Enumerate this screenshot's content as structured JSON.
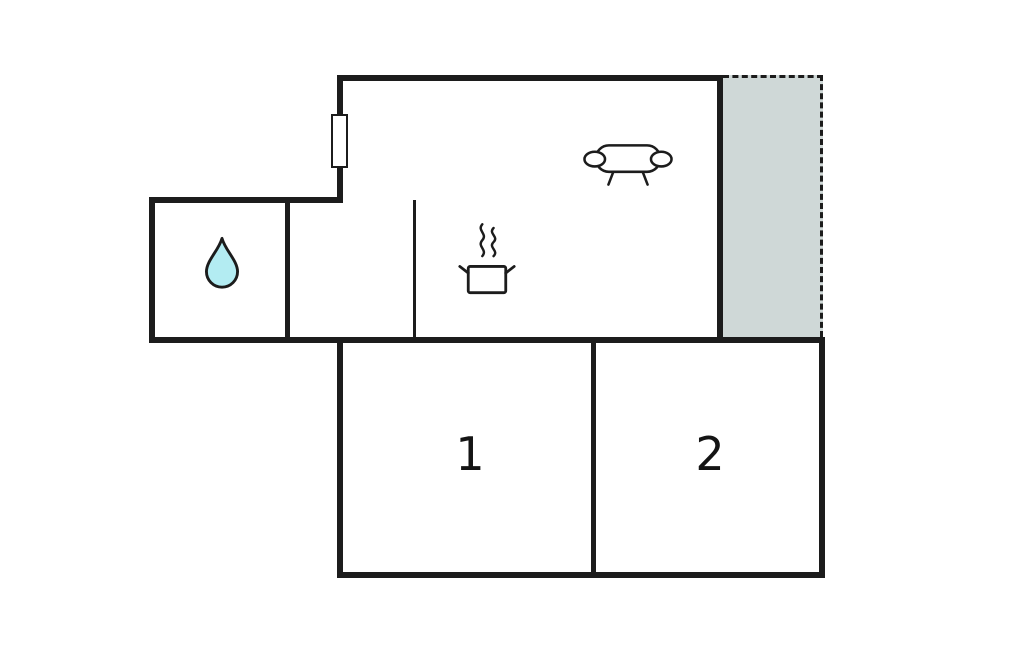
{
  "floorplan": {
    "type": "apartment-floor-plan",
    "bedrooms": [
      {
        "label": "1"
      },
      {
        "label": "2"
      }
    ],
    "colors": {
      "wall": "#1c1c1c",
      "terrace_fill": "#cfd8d7",
      "water_drop_fill": "#b3ecf2",
      "background": "#ffffff"
    },
    "icons": [
      {
        "name": "water-drop-icon"
      },
      {
        "name": "cooking-pot-icon"
      },
      {
        "name": "sofa-icon"
      }
    ]
  }
}
